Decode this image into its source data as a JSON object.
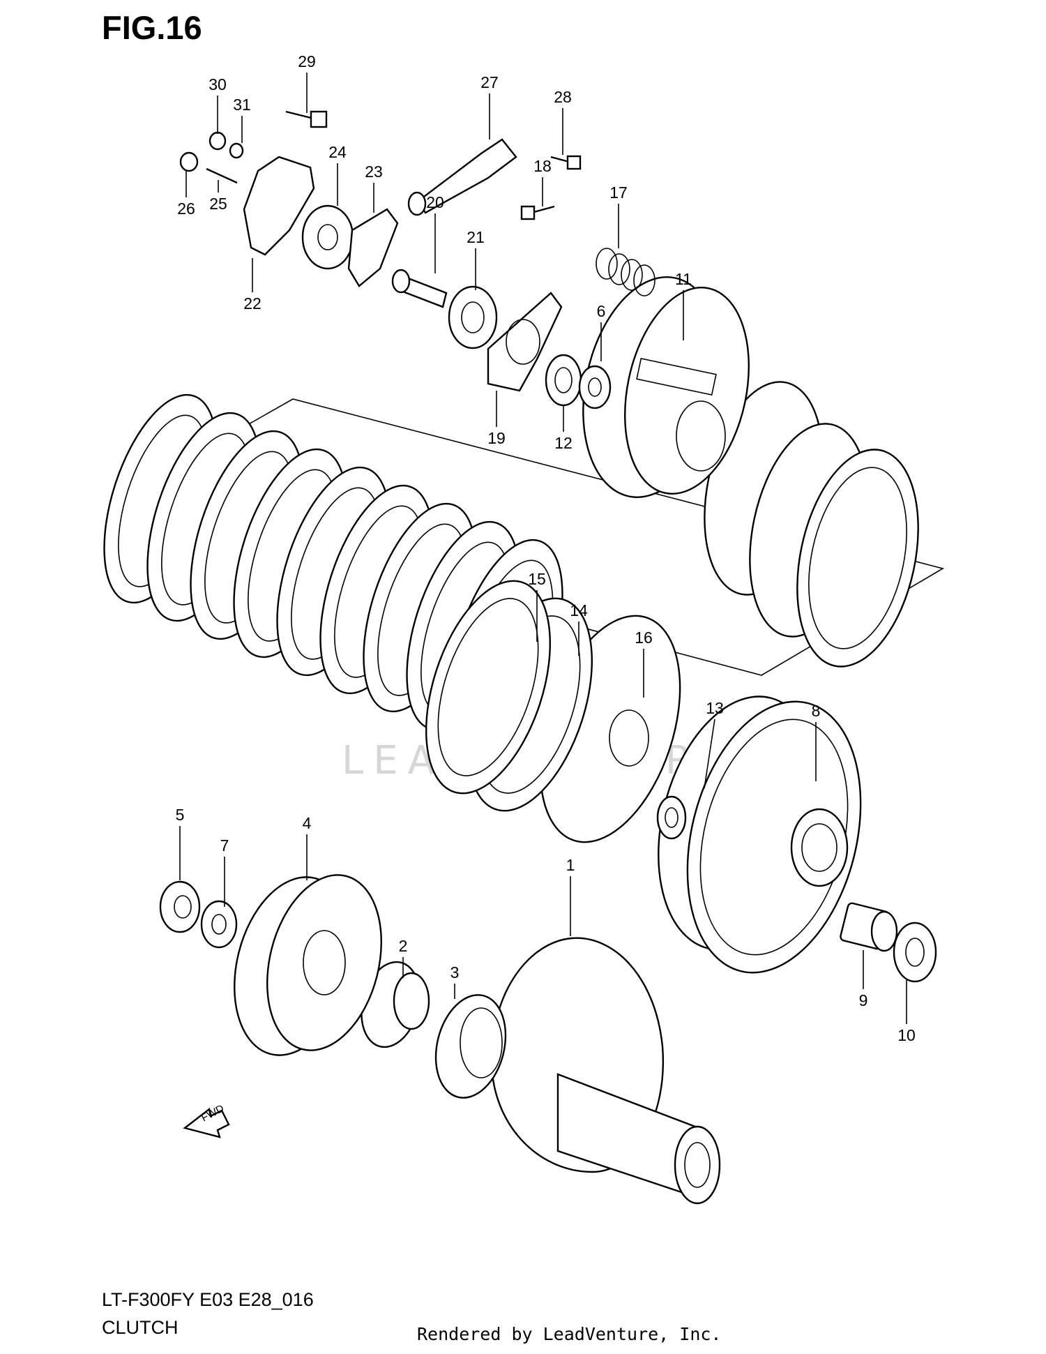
{
  "figure": {
    "title": "FIG.16",
    "model_code": "LT-F300FY E03 E28_016",
    "section_name": "CLUTCH",
    "credit": "Rendered by LeadVenture, Inc.",
    "watermark": "LEADVENTURE",
    "fwd_label": "FWD"
  },
  "callouts": [
    {
      "id": "1",
      "label": "1"
    },
    {
      "id": "2",
      "label": "2"
    },
    {
      "id": "3",
      "label": "3"
    },
    {
      "id": "4",
      "label": "4"
    },
    {
      "id": "5",
      "label": "5"
    },
    {
      "id": "6",
      "label": "6"
    },
    {
      "id": "7",
      "label": "7"
    },
    {
      "id": "8",
      "label": "8"
    },
    {
      "id": "9",
      "label": "9"
    },
    {
      "id": "10",
      "label": "10"
    },
    {
      "id": "11",
      "label": "11"
    },
    {
      "id": "12",
      "label": "12"
    },
    {
      "id": "13",
      "label": "13"
    },
    {
      "id": "14",
      "label": "14"
    },
    {
      "id": "15",
      "label": "15"
    },
    {
      "id": "16",
      "label": "16"
    },
    {
      "id": "17",
      "label": "17"
    },
    {
      "id": "18",
      "label": "18"
    },
    {
      "id": "19",
      "label": "19"
    },
    {
      "id": "20",
      "label": "20"
    },
    {
      "id": "21",
      "label": "21"
    },
    {
      "id": "22",
      "label": "22"
    },
    {
      "id": "23",
      "label": "23"
    },
    {
      "id": "24",
      "label": "24"
    },
    {
      "id": "25",
      "label": "25"
    },
    {
      "id": "26",
      "label": "26"
    },
    {
      "id": "27",
      "label": "27"
    },
    {
      "id": "28",
      "label": "28"
    },
    {
      "id": "29",
      "label": "29"
    },
    {
      "id": "30",
      "label": "30"
    },
    {
      "id": "31",
      "label": "31"
    }
  ]
}
